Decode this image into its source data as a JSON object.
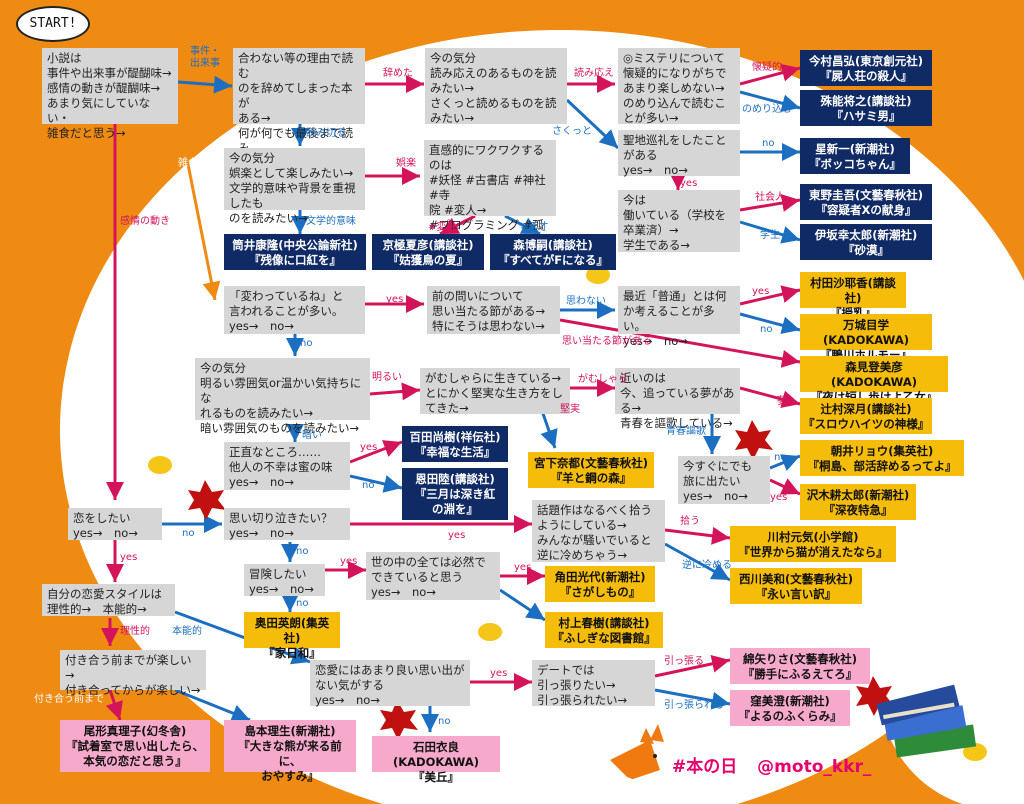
{
  "start": "START!",
  "hashtag": "#本の日",
  "handle": "@moto_kkr_",
  "questions": {
    "q_tolerance": "小説は\n事件や出来事が醍醐味→\n感情の動きが醍醐味→\nあまり気にしていない・\n雑食だと思う→",
    "q_quit": "合わない等の理由で読む\nのを辞めてしまった本が\nある→\n何が何でも最後まで読み\n切る→",
    "q_mood1": "今の気分\n読み応えのあるものを読\nみたい→\nさくっと読めるものを読\nみたい→",
    "q_mystery": "◎ミステリについて\n懐疑的になりがちで\nあまり楽しめない→\nのめり込んで読むこ\nとが多い→",
    "q_pilgrimage": "聖地巡礼をしたこと\nがある\nyes→　no→",
    "q_work": "今は\n働いている（学校を\n卒業済）→\n学生である→",
    "q_mood2": "今の気分\n娯楽として楽しみたい→\n文学的意味や背景を重視したも\nのを読みたい→",
    "q_intuition": "直感的にワクワクするのは\n#妖怪 #古書店 #神社 #寺\n院 #変人→\n#プログラミング #孤独 #\n天才→",
    "q_strange": "「変わっているね」と\n言われることが多い。\nyes→　no→",
    "q_previous": "前の問いについて\n思い当たる節がある→\n特にそうは思わない→",
    "q_normal": "最近「普通」とは何\nか考えることが多い。\nyes→　no→",
    "q_mood3": "今の気分\n明るい雰囲気or温かい気持ちにな\nれるものを読みたい→\n暗い雰囲気のものを読みたい→",
    "q_life": "がむしゃらに生きている→\nとにかく堅実な生き方をし\nてきた→",
    "q_close": "近いのは\n今、追っている夢がある→\n青春を謳歌している→",
    "q_honest": "正直なところ……\n他人の不幸は蜜の味\nyes→　no→",
    "q_trip": "今すぐにでも\n旅に出たい\nyes→　no→",
    "q_love": "恋をしたい\nyes→　no→",
    "q_cry": "思い切り泣きたい？\nyes→　no→",
    "q_topic": "話題作はなるべく拾う\nようにしている→\nみんなが騒いでいると\n逆に冷めちゃう→",
    "q_adventure": "冒険したい\nyes→　no→",
    "q_inevitable": "世の中の全ては必然で\nできていると思う\nyes→　no→",
    "q_style": "自分の恋愛スタイルは\n理性的→　本能的→",
    "q_dating": "付き合う前までが楽しい→\n付き合ってからが楽しい→",
    "q_memory": "恋愛にはあまり良い思い出が\nない気がする\nyes→　no→",
    "q_date": "デートでは\n引っ張りたい→\n引っ張られたい→"
  },
  "books": {
    "b_imamura": "今村昌弘(東京創元社)\n『屍人荘の殺人』",
    "b_tonono": "殊能将之(講談社)\n『ハサミ男』",
    "b_hoshi": "星新一(新潮社)\n『ボッコちゃん』",
    "b_higashino": "東野圭吾(文藝春秋社)\n『容疑者Xの献身』",
    "b_isaka": "伊坂幸太郎(新潮社)\n『砂漠』",
    "b_tsutsui": "筒井康隆(中央公論新社)\n『残像に口紅を』",
    "b_kyogoku": "京極夏彦(講談社)\n『姑獲鳥の夏』",
    "b_mori": "森博嗣(講談社)\n『すべてがFになる』",
    "b_murata": "村田沙耶香(講談社)\n『授乳』",
    "b_makime": "万城目学(KADOKAWA)\n『鴨川ホルモー』",
    "b_morimi": "森見登美彦(KADOKAWA)\n『夜は短し歩けよ乙女』",
    "b_tsujimura": "辻村深月(講談社)\n『スロウハイツの神様』",
    "b_hyakuta": "百田尚樹(祥伝社)\n『幸福な生活』",
    "b_onda": "恩田陸(講談社)\n『三月は深き紅\nの淵を』",
    "b_miyashita": "宮下奈都(文藝春秋社)\n『羊と鋼の森』",
    "b_asai": "朝井リョウ(集英社)\n『桐島、部活辞めるってよ』",
    "b_sawaki": "沢木耕太郎(新潮社)\n『深夜特急』",
    "b_kawamura": "川村元気(小学館)\n『世界から猫が消えたなら』",
    "b_nishikawa": "西川美和(文藝春秋社)\n『永い言い訳』",
    "b_kakuta": "角田光代(新潮社)\n『さがしもの』",
    "b_murakami": "村上春樹(講談社)\n『ふしぎな図書館』",
    "b_okuda": "奥田英朗(集英社)\n『家日和』",
    "b_wataya": "綿矢りさ(文藝春秋社)\n『勝手にふるえてろ』",
    "b_kubo": "窪美澄(新潮社)\n『よるのふくらみ』",
    "b_ogata": "尾形真理子(幻冬舎)\n『試着室で思い出したら、\n本気の恋だと思う』",
    "b_shimamoto": "島本理生(新潮社)\n『大きな熊が来る前に、\nおやすみ』",
    "b_ishida": "石田衣良(KADOKAWA)\n『美丘』"
  },
  "labels": {
    "l_event": "事件・\n出来事",
    "l_quit": "辞めた",
    "l_heavy": "読み応え",
    "l_doubt": "懐疑的",
    "l_immerse": "のめり込む",
    "l_quick": "さくっと",
    "l_no1": "no",
    "l_yes1": "yes",
    "l_society": "社会人",
    "l_student": "学生",
    "l_finish": "読み切る",
    "l_fun": "娯楽",
    "l_literary": "文学的意味",
    "l_odd": "#変人",
    "l_genius": "#天才",
    "l_omni": "雑食",
    "l_emotion": "感情の動き",
    "l_yes2": "yes",
    "l_no2": "no",
    "l_notthink": "思わない",
    "l_yes3": "yes",
    "l_no3": "no",
    "l_hit": "思い当たる節がある",
    "l_bright": "明るい",
    "l_dark": "暗い",
    "l_hard": "がむしゃら",
    "l_steady": "堅実",
    "l_dream": "夢",
    "l_youth": "青春謳歌",
    "l_yes4": "yes",
    "l_no4": "no",
    "l_no5": "no",
    "l_yes5": "yes",
    "l_no6": "no",
    "l_yes6": "yes",
    "l_pick": "拾う",
    "l_cool": "逆に冷める",
    "l_no7": "no",
    "l_yes7": "yes",
    "l_no8": "no",
    "l_yes8": "yes",
    "l_yes9": "yes",
    "l_rational": "理性的",
    "l_instinct": "本能的",
    "l_before": "付き合う前まで",
    "l_after": "付き合ってから",
    "l_yes10": "yes",
    "l_no10": "no",
    "l_pull": "引っ張る",
    "l_pulled": "引っ張られる"
  },
  "colors": {
    "background": "#ef8a13",
    "question": "#d6d6d6",
    "navy_book": "#0f2a64",
    "yellow_book": "#f5bc0a",
    "pink_book": "#f7a9cc",
    "pink_arrow": "#d4145a",
    "blue_arrow": "#1c6fc0",
    "orange_arrow": "#ef8a13"
  }
}
